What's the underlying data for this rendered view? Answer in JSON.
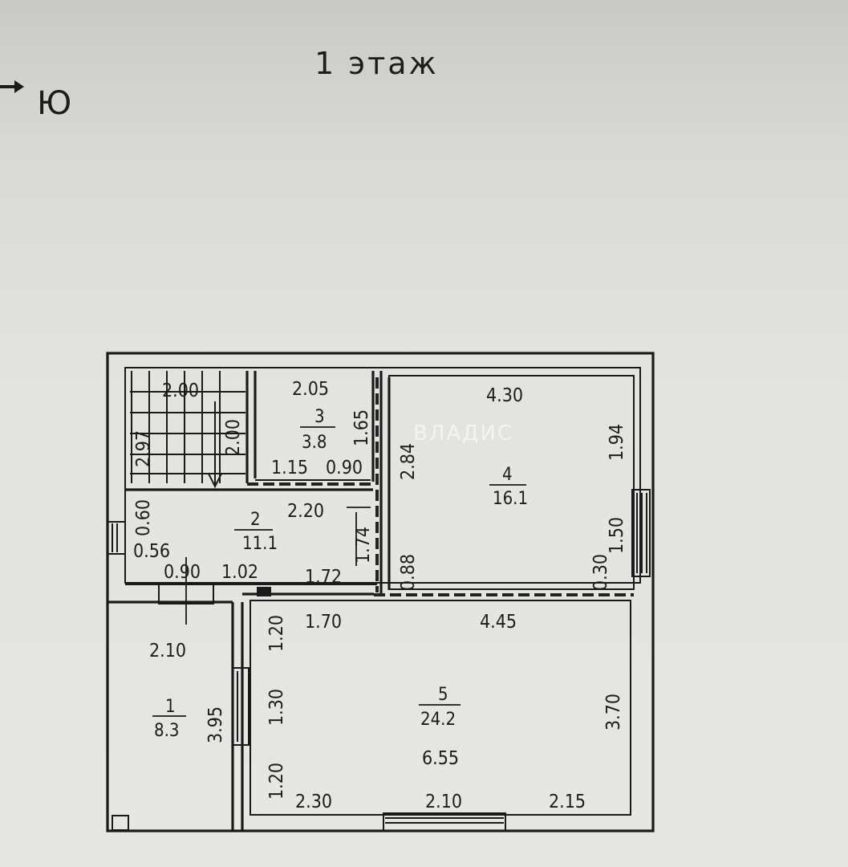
{
  "header": {
    "title": "1 этаж",
    "direction_mark": "Ю"
  },
  "watermark": "ВЛАДИС",
  "rooms": [
    {
      "number": "1",
      "area": "8.3"
    },
    {
      "number": "2",
      "area": "11.1"
    },
    {
      "number": "3",
      "area": "3.8"
    },
    {
      "number": "4",
      "area": "16.1"
    },
    {
      "number": "5",
      "area": "24.2"
    }
  ],
  "dimensions": {
    "stair_width": "2.00",
    "stair_len_a": "2.97",
    "stair_len_b": "2.00",
    "r3_width": "2.05",
    "r3_height": "1.65",
    "r3_seg_a": "1.15",
    "r3_seg_b": "0.90",
    "r4_width": "4.30",
    "r4_left": "2.84",
    "r4_right": "1.94",
    "r4_win": "1.50",
    "r4_gap": "0.30",
    "r4_small": "0.88",
    "r2_width": "2.20",
    "r2_left_top": "0.60",
    "r2_left_win": "0.56",
    "r2_seg_a": "0.90",
    "r2_seg_b": "1.02",
    "r2_seg_c": "1.72",
    "r2_height": "1.74",
    "r1_width": "2.10",
    "r1_height": "3.95",
    "r5_top_a": "1.70",
    "r5_top_b": "4.45",
    "r5_width": "6.55",
    "r5_right": "3.70",
    "r5_left_a": "1.20",
    "r5_left_b": "1.30",
    "r5_left_c": "1.20",
    "r5_bot_a": "2.30",
    "r5_bot_b": "2.10",
    "r5_bot_c": "2.15"
  }
}
